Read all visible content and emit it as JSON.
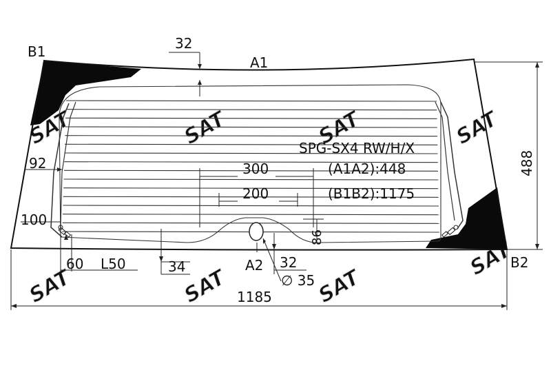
{
  "drawing": {
    "part_code": "SPG-SX4 RW/H/X",
    "a1a2_label": "(A1A2):448",
    "b1b2_label": "(B1B2):1175",
    "points": {
      "a1": "A1",
      "a2": "A2",
      "b1": "B1",
      "b2": "B2"
    },
    "dimensions": {
      "top_offset": "32",
      "left_offset": "92",
      "lower_left": "100",
      "sensor_width_300": "300",
      "sensor_width_200": "200",
      "notch_height": "86",
      "height": "488",
      "width": "1185",
      "bottom_60": "60",
      "bottom_l50": "L50",
      "bottom_34": "34",
      "bottom_32": "32",
      "hole_diameter": "∅ 35"
    },
    "watermark": "SAT",
    "heating_lines": 16
  }
}
